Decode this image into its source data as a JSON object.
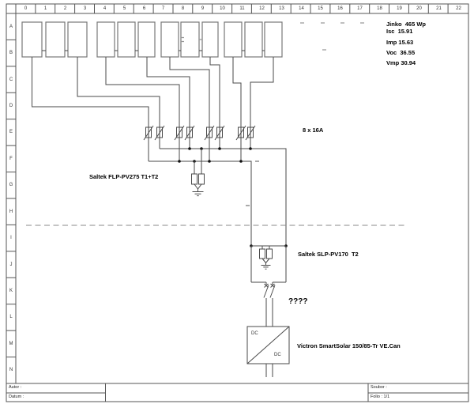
{
  "sheet": {
    "columns": [
      "0",
      "1",
      "2",
      "3",
      "4",
      "5",
      "6",
      "7",
      "8",
      "9",
      "10",
      "11",
      "12",
      "13",
      "14",
      "15",
      "16",
      "17",
      "18",
      "19",
      "20",
      "21",
      "22"
    ],
    "rows": [
      "A",
      "B",
      "C",
      "D",
      "E",
      "F",
      "G",
      "H",
      "I",
      "J",
      "K",
      "L",
      "M",
      "N"
    ]
  },
  "pv": {
    "panel_count": 12,
    "string_count": 4,
    "panels_per_string": 3,
    "spec": {
      "model": "Jinko  465 Wp",
      "isc": "Isc  15.91",
      "imp": "Imp 15.63",
      "voc": "Voc  36.55",
      "vmp": "Vmp 30.94"
    }
  },
  "protection": {
    "fuse_bank_label": "8 x 16A",
    "spd1_label": "Saltek FLP-PV275 T1+T2",
    "spd2_label": "Saltek SLP-PV170  T2",
    "breaker_label": "????"
  },
  "converter": {
    "label": "Victron SmartSolar 150/85-Tr VE.Can",
    "input_side": "DC",
    "output_side": "DC"
  },
  "title_block": {
    "author_label": "Autor :",
    "date_label": "Datum :",
    "file_label": "Soubor :",
    "folio_label": "Folio : 1/1"
  },
  "colors": {
    "wire": "#4a4a4a",
    "panel_outline": "#777777",
    "frame": "#555555",
    "text": "#000000"
  }
}
